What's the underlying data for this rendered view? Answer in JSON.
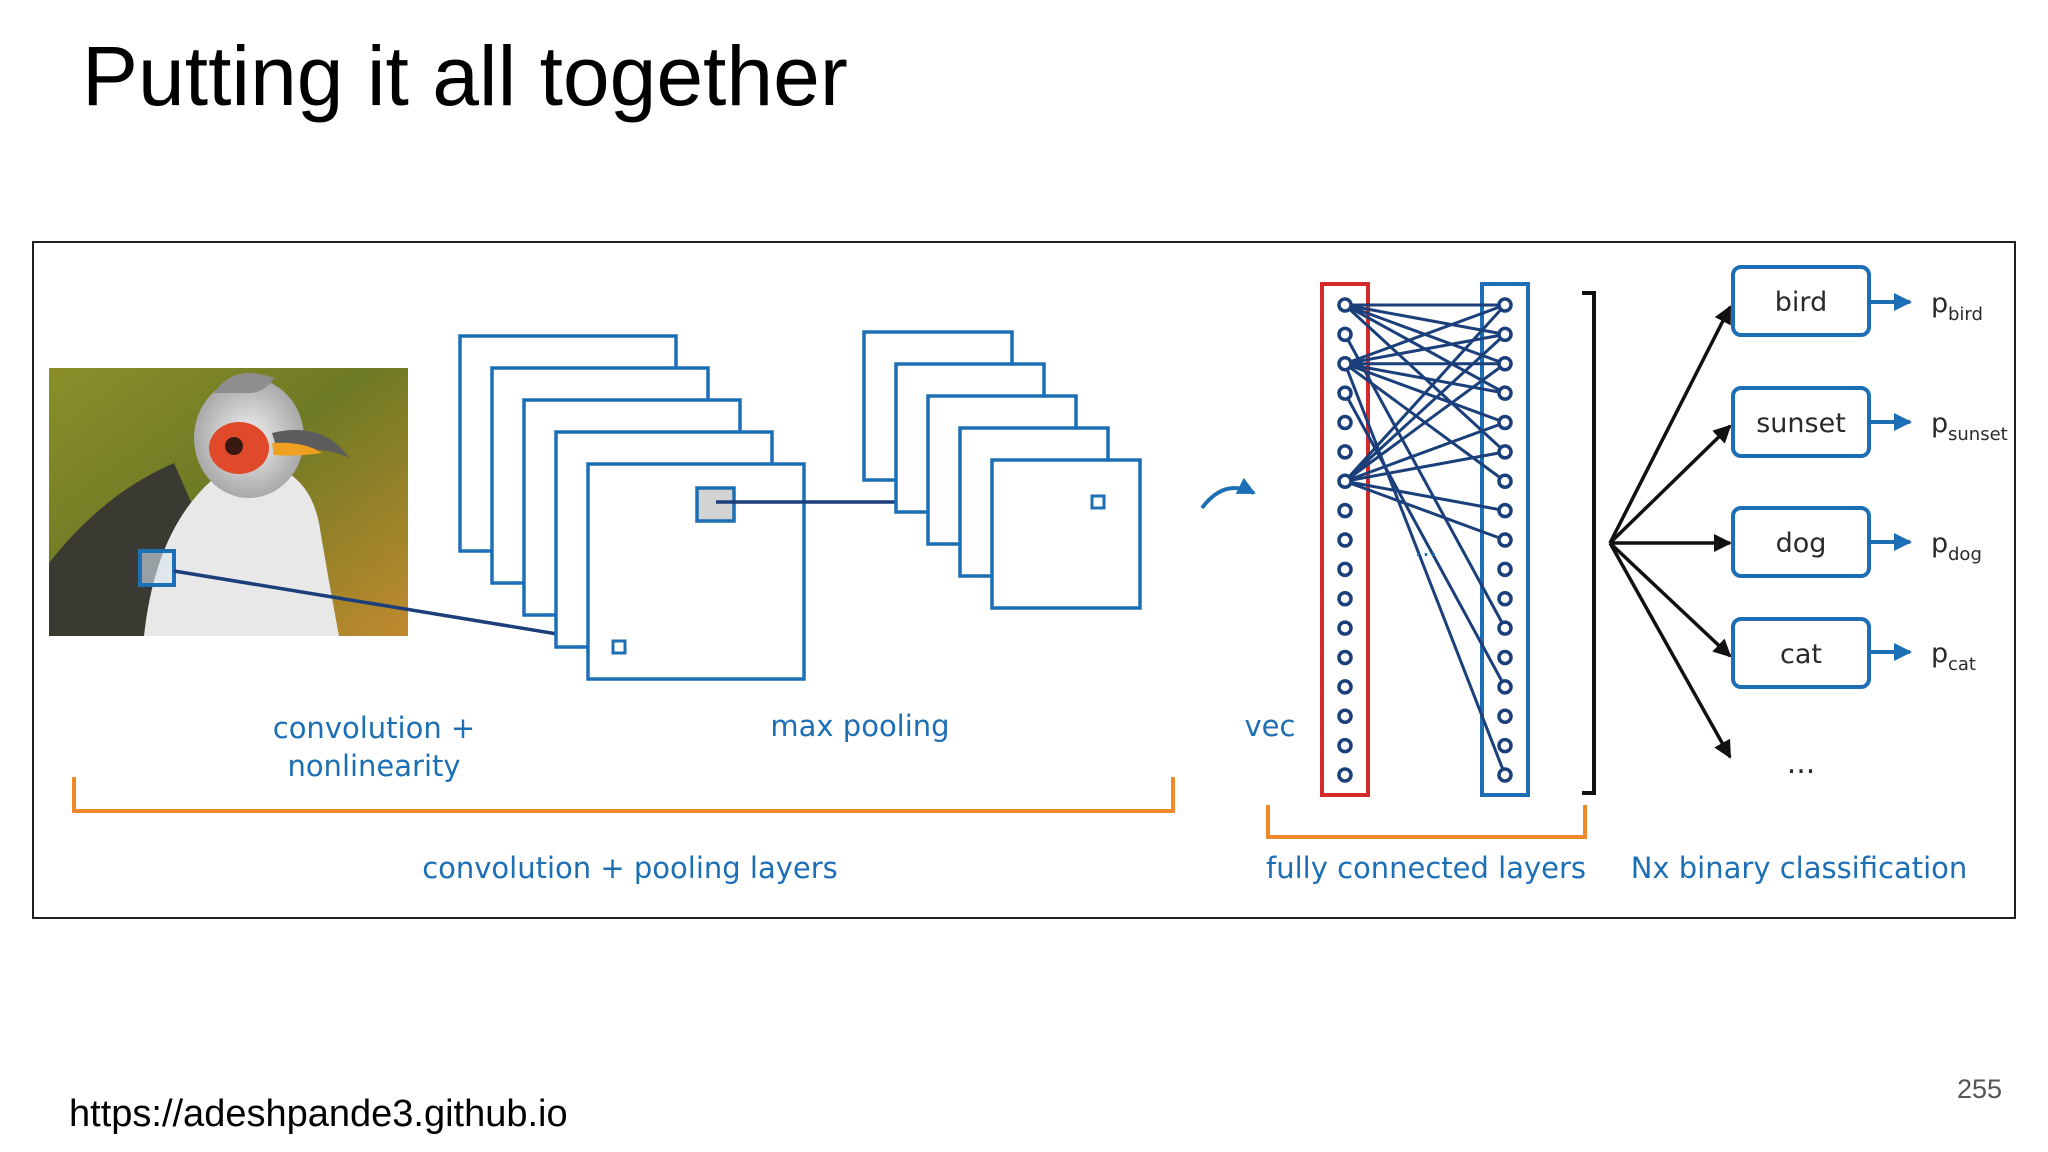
{
  "slide": {
    "title": "Putting it all together",
    "source_url": "https://adeshpande3.github.io",
    "page_number": "255"
  },
  "diagram": {
    "labels": {
      "convolution_line1": "convolution +",
      "convolution_line2": "nonlinearity",
      "max_pooling": "max pooling",
      "vec": "vec",
      "ellipsis_fc": "...",
      "conv_pool_layers": "convolution + pooling layers",
      "fully_connected_layers": "fully connected layers",
      "binary_classification": "Nx binary classification",
      "ellipsis_classes": "..."
    },
    "classes": [
      {
        "name": "bird",
        "prob": "p",
        "sub": "bird"
      },
      {
        "name": "sunset",
        "prob": "p",
        "sub": "sunset"
      },
      {
        "name": "dog",
        "prob": "p",
        "sub": "dog"
      },
      {
        "name": "cat",
        "prob": "p",
        "sub": "cat"
      }
    ],
    "colors": {
      "blue": "#1d6fb5",
      "dark_blue": "#1a3f7a",
      "red": "#d62a2a",
      "orange": "#f0892a",
      "black": "#111111"
    }
  }
}
